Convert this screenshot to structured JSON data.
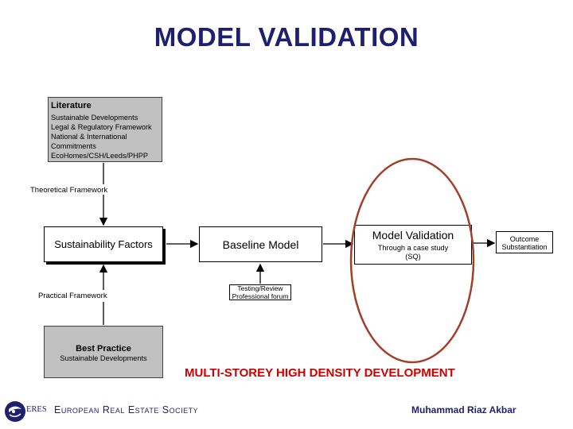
{
  "title": "MODEL VALIDATION",
  "literature": {
    "heading": "Literature",
    "items": [
      "Sustainable Developments",
      "Legal & Regulatory Framework",
      "National & International",
      "Commitments",
      "EcoHomes/CSH/Leeds/PHPP"
    ]
  },
  "theoretical_label": "Theoretical Framework",
  "sustainability_factors": "Sustainability Factors",
  "baseline_model": "Baseline Model",
  "model_validation": {
    "title": "Model Validation",
    "subtitle_line1": "Through a case study",
    "subtitle_line2": "(SQ)"
  },
  "outcome": {
    "line1": "Outcome",
    "line2": "Substantiation"
  },
  "testing": {
    "line1": "Testing/Review",
    "line2": "Professional forum"
  },
  "practical_label": "Practical Framework",
  "best_practice": {
    "heading": "Best Practice",
    "sub": "Sustainable Developments"
  },
  "development_line": "MULTI-STOREY HIGH DENSITY DEVELOPMENT",
  "footer": {
    "eres": "ERES",
    "society": "European Real Estate Society",
    "author": "Muhammad Riaz Akbar"
  },
  "colors": {
    "title": "#1f1f6e",
    "highlight_ellipse": "#a0402a",
    "development_line": "#cc0000",
    "box_gray": "#c0c0c0"
  }
}
